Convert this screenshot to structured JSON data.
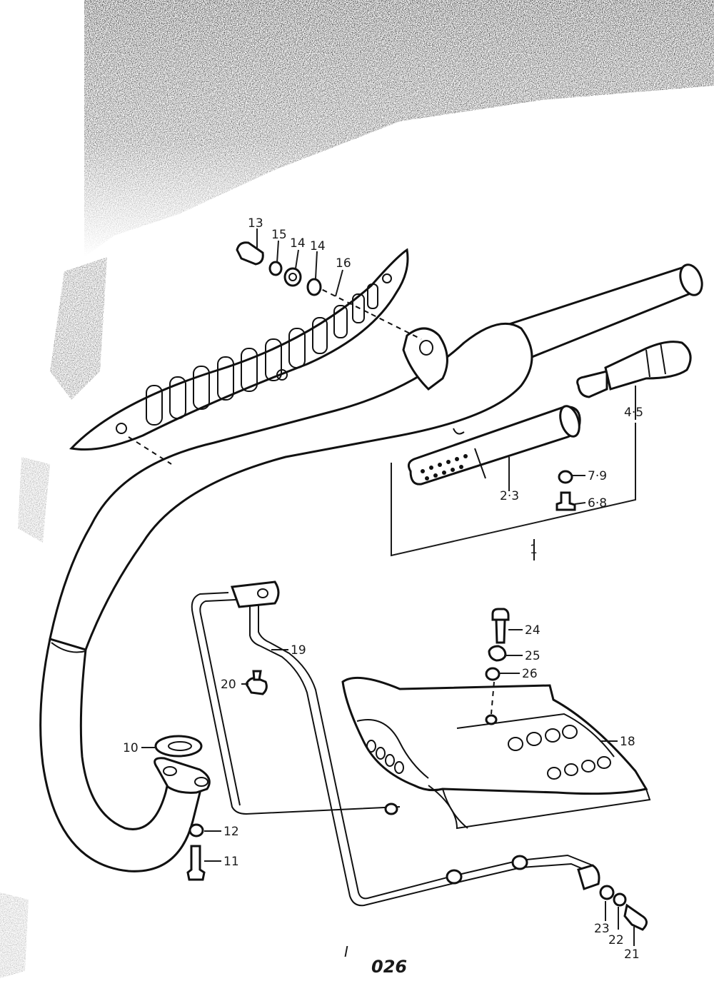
{
  "diagram": {
    "page_number_prefix": "I",
    "page_number": "026",
    "callouts": {
      "c1": "1",
      "c2_3": "2·3",
      "c4_5": "4·5",
      "c6_8": "6·8",
      "c7_9": "7·9",
      "c10": "10",
      "c11": "11",
      "c12": "12",
      "c13": "13",
      "c14a": "14",
      "c14b": "14",
      "c15": "15",
      "c16": "16",
      "c18": "18",
      "c19": "19",
      "c20": "20",
      "c21": "21",
      "c22": "22",
      "c23": "23",
      "c24": "24",
      "c25": "25",
      "c26": "26"
    }
  }
}
